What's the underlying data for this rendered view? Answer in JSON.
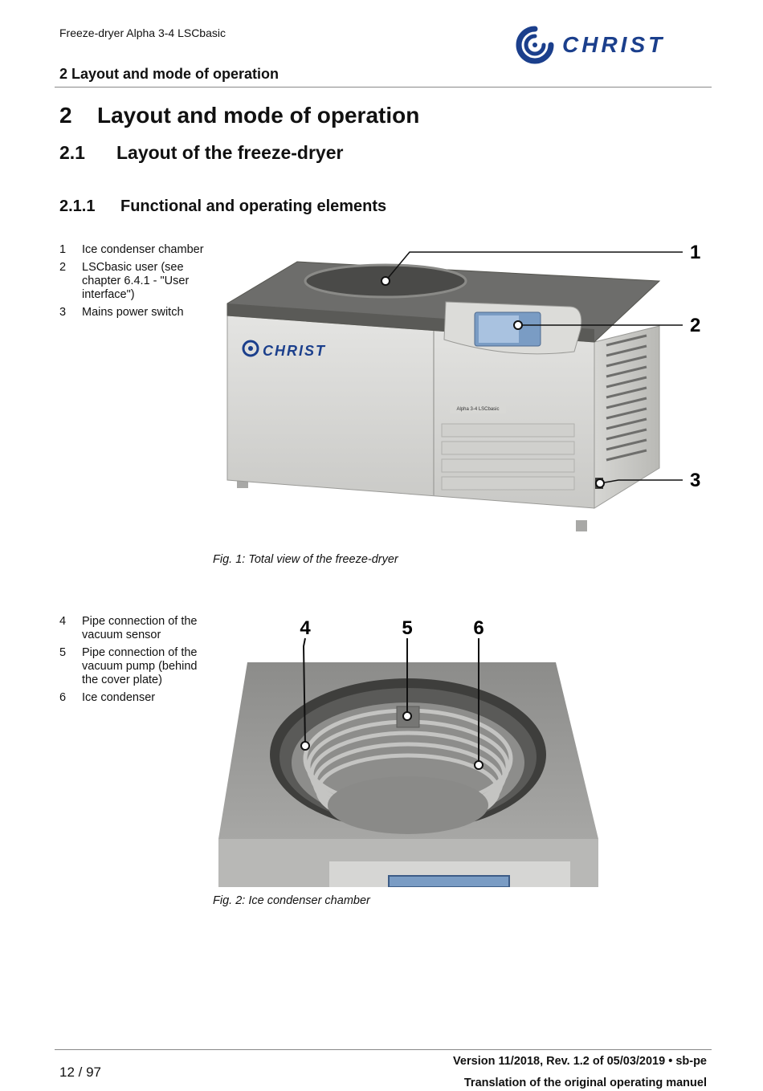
{
  "header": {
    "running_title": "Freeze-dryer Alpha 3-4 LSCbasic",
    "running_section": "2 Layout and mode of operation",
    "logo_text": "CHRIST",
    "brand_color": "#1b3f8c"
  },
  "headings": {
    "h1_number": "2",
    "h1_title": "Layout and mode of operation",
    "h2_number": "2.1",
    "h2_title": "Layout of the freeze-dryer",
    "h3_number": "2.1.1",
    "h3_title": "Functional and operating elements"
  },
  "figure1": {
    "legend": [
      {
        "num": "1",
        "text": "Ice condenser chamber"
      },
      {
        "num": "2",
        "text": "LSCbasic user (see chapter 6.4.1 - \"User interface\")"
      },
      {
        "num": "3",
        "text": "Mains power switch"
      }
    ],
    "callouts": [
      "1",
      "2",
      "3"
    ],
    "device_logo_text": "CHRIST",
    "device_model_label": "Alpha 3-4 LSCbasic",
    "caption": "Fig. 1: Total view of the freeze-dryer"
  },
  "figure2": {
    "legend": [
      {
        "num": "4",
        "text": "Pipe connection of the vacuum sensor"
      },
      {
        "num": "5",
        "text": "Pipe connection of the vacuum pump (behind the cover plate)"
      },
      {
        "num": "6",
        "text": "Ice condenser"
      }
    ],
    "callouts": [
      "4",
      "5",
      "6"
    ],
    "caption": "Fig. 2: Ice condenser chamber"
  },
  "footer": {
    "page": "12 / 97",
    "version": "Version 11/2018, Rev. 1.2 of 05/03/2019 • sb-pe",
    "translation": "Translation of the original operating manuel"
  }
}
